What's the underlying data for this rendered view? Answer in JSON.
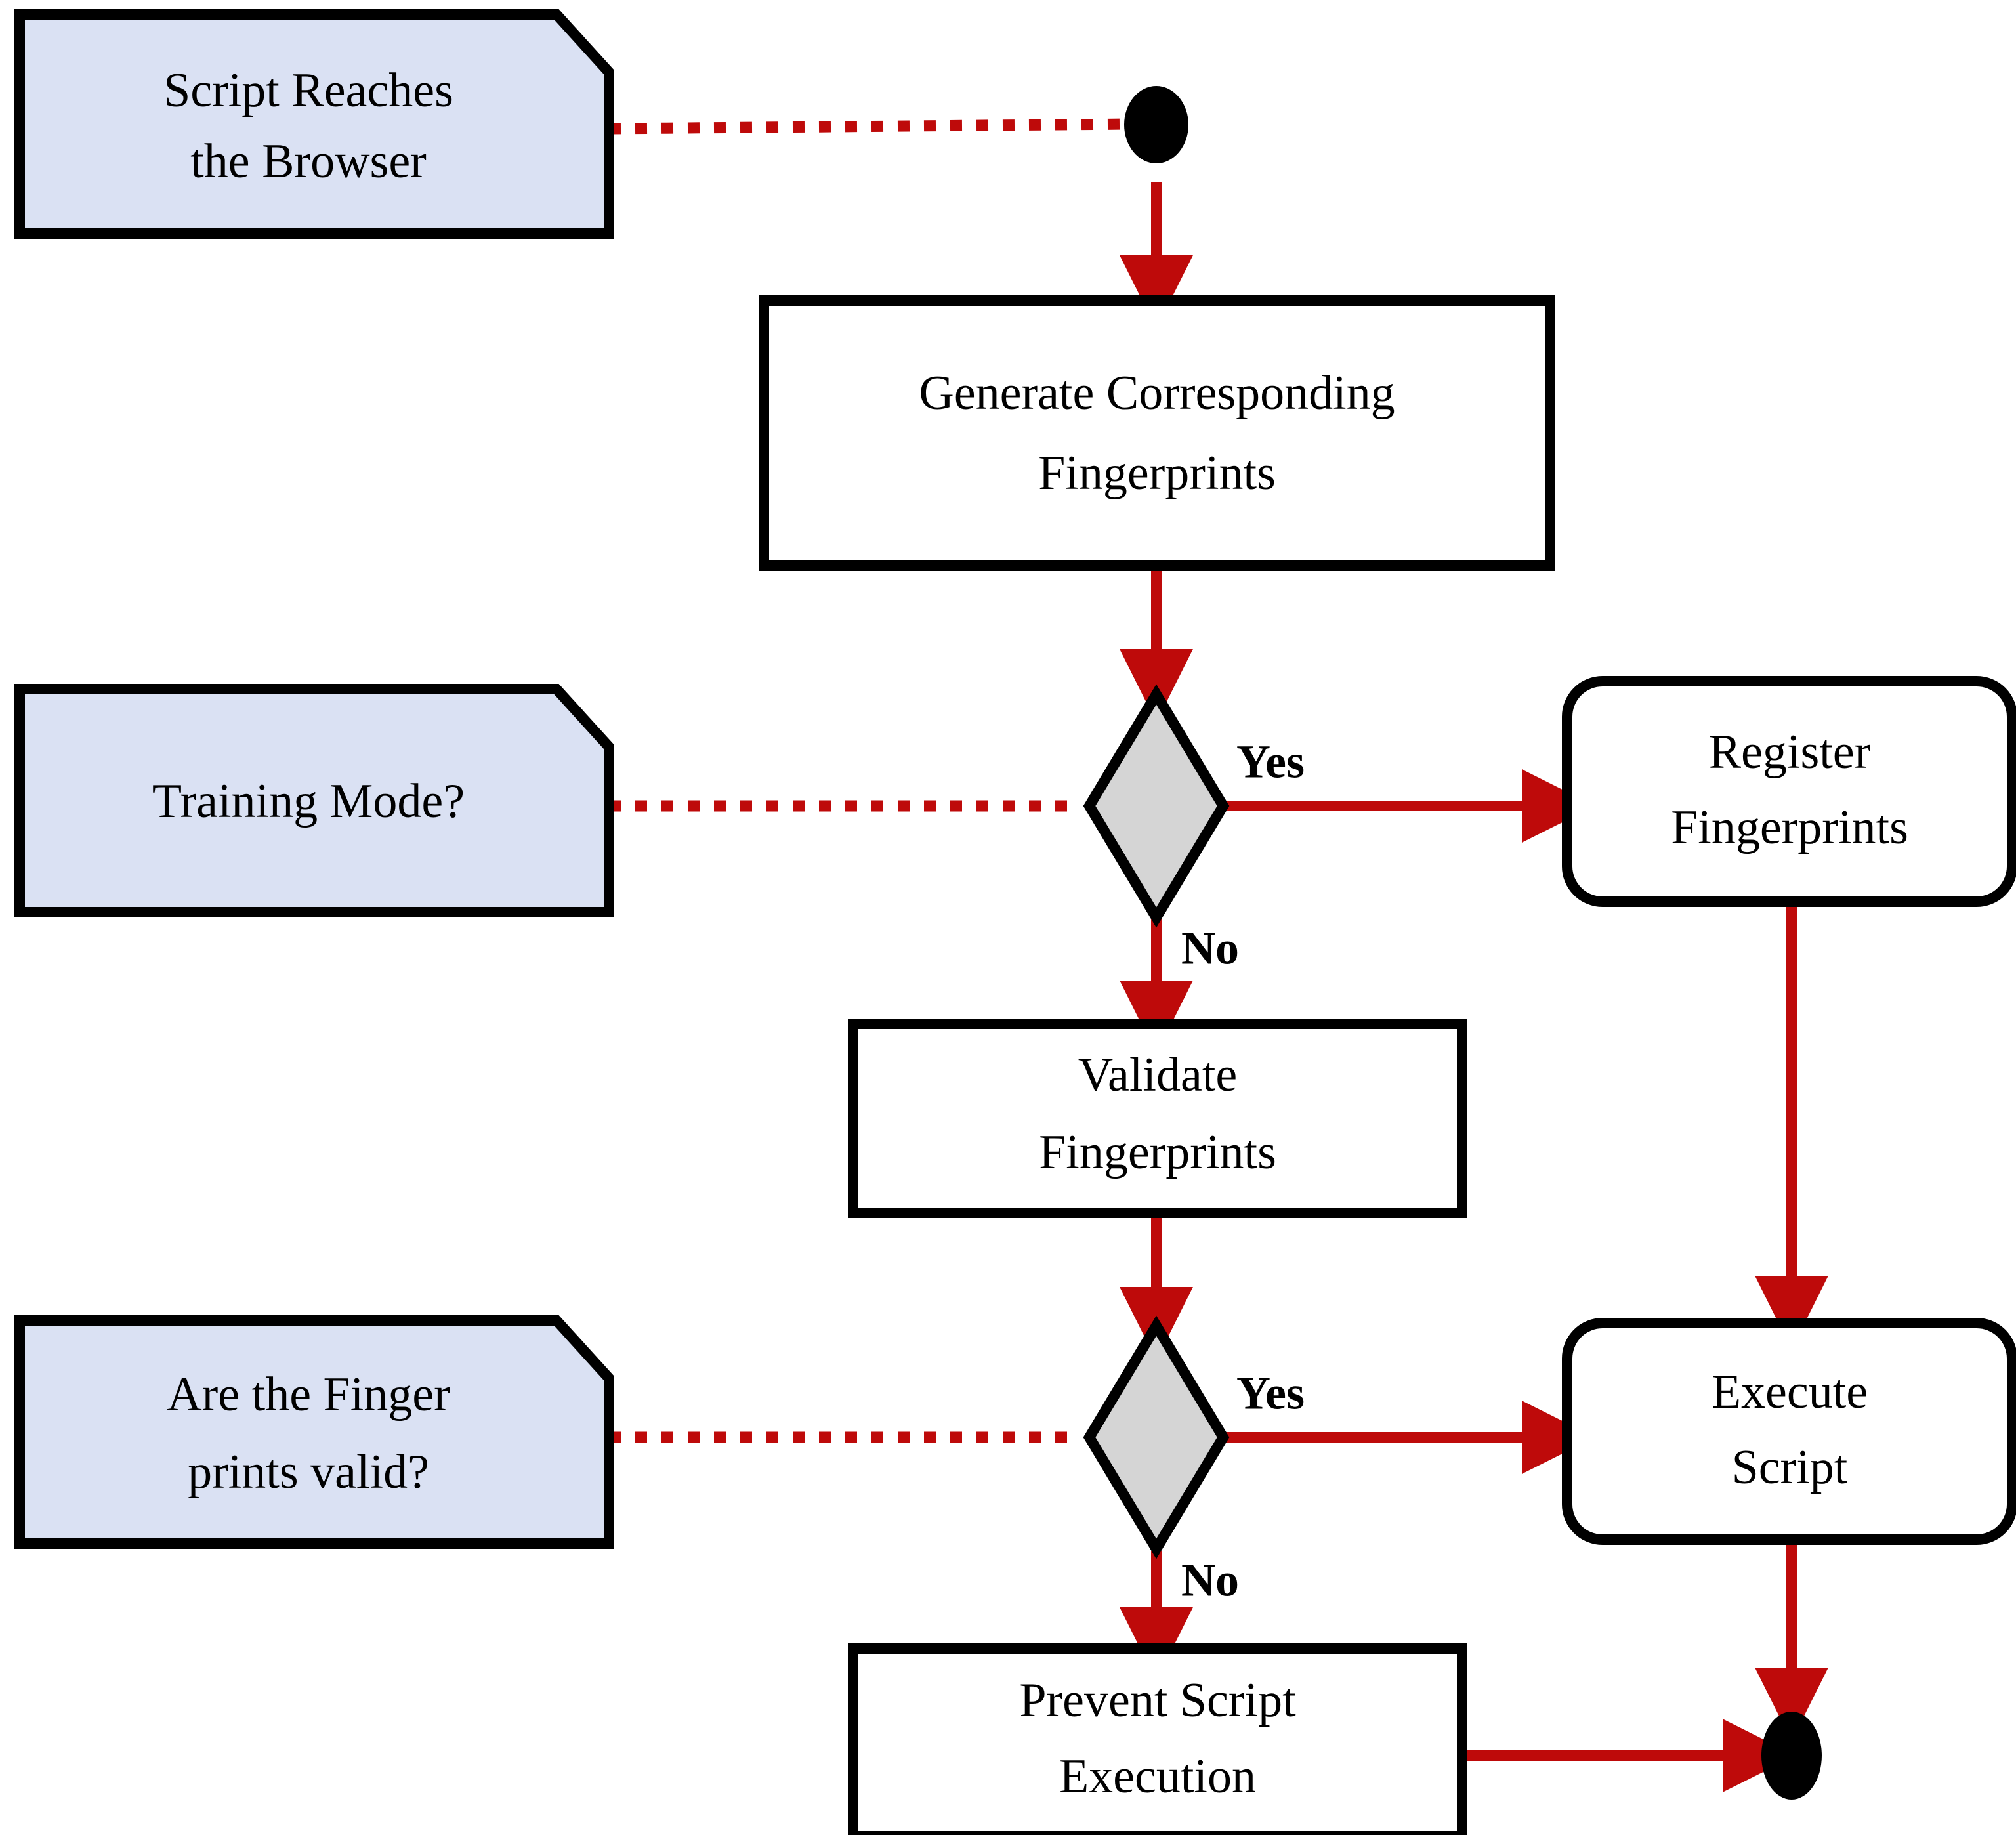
{
  "diagram": {
    "type": "activity-flowchart",
    "title": "Script Fingerprint Validation Activity Diagram",
    "palette": {
      "note_fill": "#DAE1F3",
      "process_fill": "#FFFFFF",
      "decision_fill": "#D5D5D5",
      "edge_color": "#BE0A0A",
      "stroke_color": "#000000",
      "background": "#FFFFFF"
    },
    "nodes": {
      "start": {
        "shape": "initial-node",
        "label": ""
      },
      "note_script": {
        "shape": "note",
        "line1": "Script Reaches",
        "line2": "the Browser"
      },
      "generate": {
        "shape": "action",
        "line1": "Generate Corresponding",
        "line2": "Fingerprints"
      },
      "note_training": {
        "shape": "note",
        "line1": "Training Mode?",
        "line2": ""
      },
      "decision_training": {
        "shape": "decision",
        "label": ""
      },
      "register": {
        "shape": "action-rounded",
        "line1": "Register",
        "line2": "Fingerprints"
      },
      "validate": {
        "shape": "action",
        "line1": "Validate",
        "line2": "Fingerprints"
      },
      "note_valid": {
        "shape": "note",
        "line1": "Are the Finger",
        "line2": "prints valid?"
      },
      "decision_valid": {
        "shape": "decision",
        "label": ""
      },
      "execute": {
        "shape": "action-rounded",
        "line1": "Execute",
        "line2": "Script"
      },
      "prevent": {
        "shape": "action",
        "line1": "Prevent Script",
        "line2": "Execution"
      },
      "end": {
        "shape": "final-node",
        "label": ""
      }
    },
    "branch_labels": {
      "training_yes": "Yes",
      "training_no": "No",
      "valid_yes": "Yes",
      "valid_no": "No"
    },
    "edges": [
      {
        "from": "note_script",
        "to": "start",
        "style": "dotted",
        "label": ""
      },
      {
        "from": "start",
        "to": "generate",
        "style": "solid",
        "label": ""
      },
      {
        "from": "generate",
        "to": "decision_training",
        "style": "solid",
        "label": ""
      },
      {
        "from": "note_training",
        "to": "decision_training",
        "style": "dotted",
        "label": ""
      },
      {
        "from": "decision_training",
        "to": "register",
        "style": "solid",
        "label": "Yes"
      },
      {
        "from": "decision_training",
        "to": "validate",
        "style": "solid",
        "label": "No"
      },
      {
        "from": "register",
        "to": "execute",
        "style": "solid",
        "label": ""
      },
      {
        "from": "validate",
        "to": "decision_valid",
        "style": "solid",
        "label": ""
      },
      {
        "from": "note_valid",
        "to": "decision_valid",
        "style": "dotted",
        "label": ""
      },
      {
        "from": "decision_valid",
        "to": "execute",
        "style": "solid",
        "label": "Yes"
      },
      {
        "from": "decision_valid",
        "to": "prevent",
        "style": "solid",
        "label": "No"
      },
      {
        "from": "execute",
        "to": "end",
        "style": "solid",
        "label": ""
      },
      {
        "from": "prevent",
        "to": "end",
        "style": "solid",
        "label": ""
      }
    ]
  }
}
